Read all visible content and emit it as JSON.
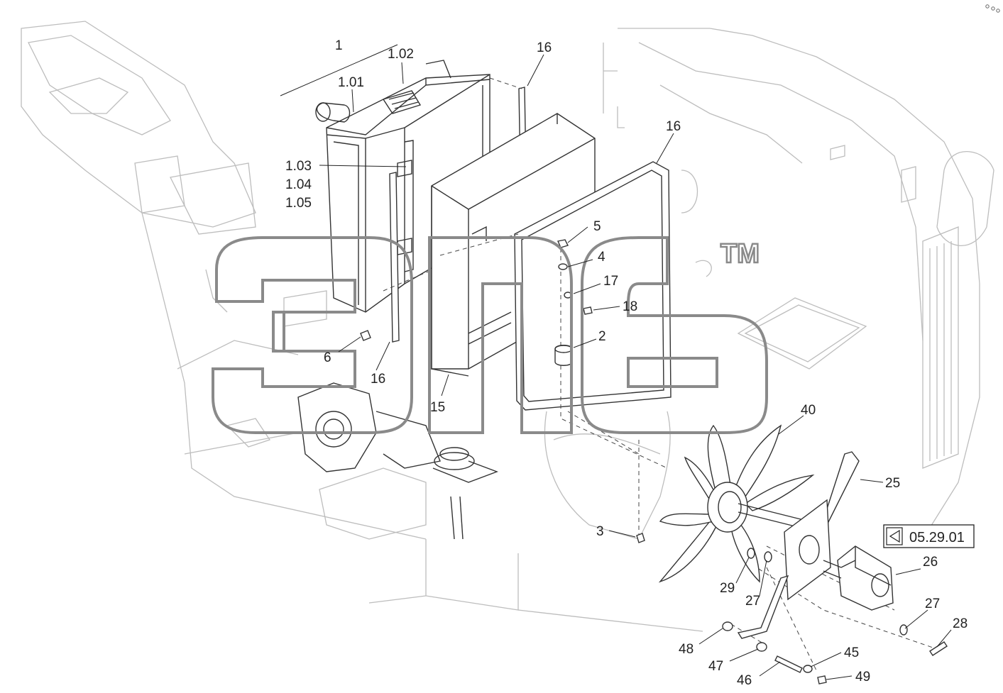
{
  "watermark": {
    "text": "элб",
    "trademark": "TM"
  },
  "reference_box": {
    "text": "05.29.01",
    "icon": "arrow-left-icon"
  },
  "callouts": [
    {
      "id": "1",
      "text": "1"
    },
    {
      "id": "1.01",
      "text": "1.01"
    },
    {
      "id": "1.02",
      "text": "1.02"
    },
    {
      "id": "1.03",
      "text": "1.03"
    },
    {
      "id": "1.04",
      "text": "1.04"
    },
    {
      "id": "1.05",
      "text": "1.05"
    },
    {
      "id": "16a",
      "text": "16"
    },
    {
      "id": "16b",
      "text": "16"
    },
    {
      "id": "16c",
      "text": "16"
    },
    {
      "id": "5",
      "text": "5"
    },
    {
      "id": "4",
      "text": "4"
    },
    {
      "id": "17",
      "text": "17"
    },
    {
      "id": "18",
      "text": "18"
    },
    {
      "id": "2",
      "text": "2"
    },
    {
      "id": "6",
      "text": "6"
    },
    {
      "id": "15",
      "text": "15"
    },
    {
      "id": "40",
      "text": "40"
    },
    {
      "id": "25",
      "text": "25"
    },
    {
      "id": "3",
      "text": "3"
    },
    {
      "id": "29",
      "text": "29"
    },
    {
      "id": "27a",
      "text": "27"
    },
    {
      "id": "26",
      "text": "26"
    },
    {
      "id": "27b",
      "text": "27"
    },
    {
      "id": "28",
      "text": "28"
    },
    {
      "id": "48",
      "text": "48"
    },
    {
      "id": "47",
      "text": "47"
    },
    {
      "id": "45",
      "text": "45"
    },
    {
      "id": "46",
      "text": "46"
    },
    {
      "id": "49",
      "text": "49"
    }
  ]
}
